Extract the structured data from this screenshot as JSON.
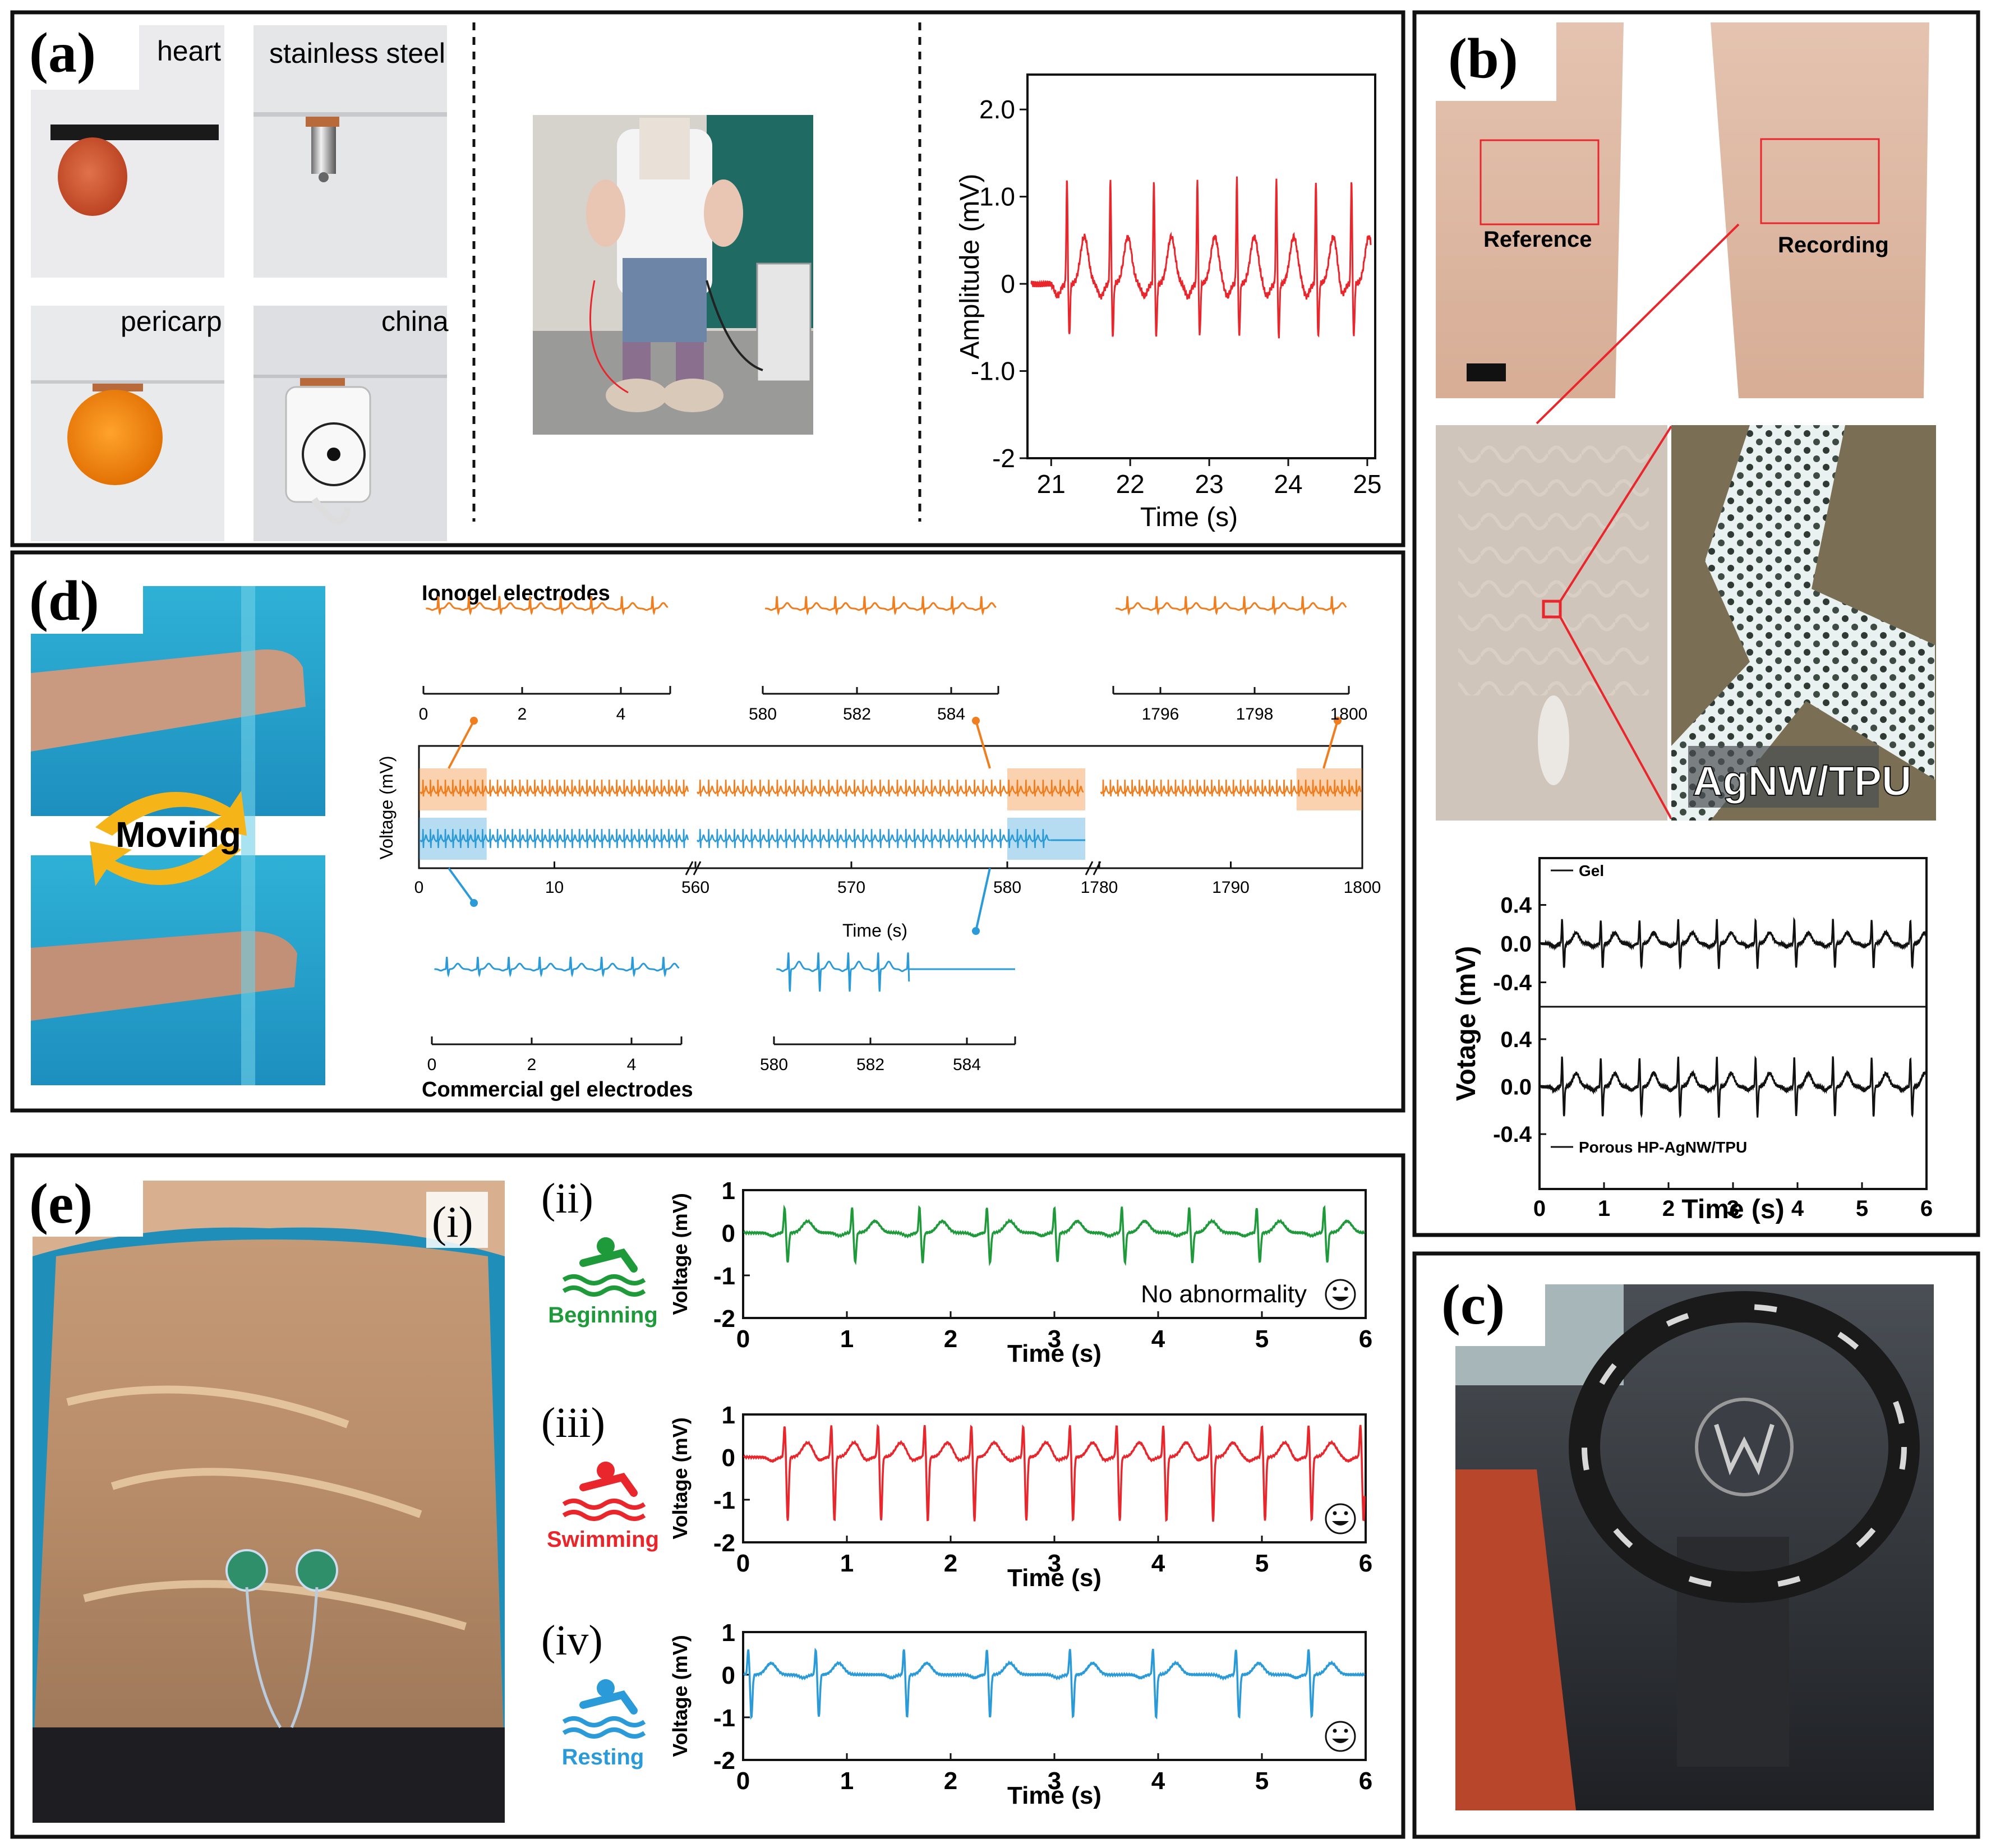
{
  "panels": {
    "a": {
      "label": "(a)",
      "photo_labels": [
        "heart",
        "stainless steel",
        "pericarp",
        "china"
      ],
      "chart": {
        "type": "line",
        "ylabel": "Amplitude (mV)",
        "xlabel": "Time (s)",
        "xticks": [
          "21",
          "22",
          "23",
          "24",
          "25"
        ],
        "yticks": [
          "2.0",
          "1.0",
          "0",
          "-1.0",
          "-2"
        ],
        "xlim": [
          20.7,
          25.1
        ],
        "ylim": [
          -2.0,
          2.4
        ],
        "beat_times": [
          21.2,
          21.75,
          22.3,
          22.85,
          23.35,
          23.85,
          24.35,
          24.8
        ],
        "r_peak_mV": 1.2,
        "s_trough_mV": -0.6,
        "color": "#e8262b"
      }
    },
    "b": {
      "label": "(b)",
      "photo_labels": [
        "Reference",
        "Recording"
      ],
      "inset_label": "AgNW/TPU",
      "chart": {
        "type": "line",
        "ylabel": "Votage (mV)",
        "xlabel": "Time (s)",
        "xticks": [
          "0",
          "1",
          "2",
          "3",
          "4",
          "5",
          "6"
        ],
        "yticks_top": [
          "0.4",
          "0.0",
          "-0.4"
        ],
        "yticks_bottom": [
          "0.4",
          "0.0",
          "-0.4"
        ],
        "xlim": [
          0,
          6
        ],
        "ylim": [
          -0.55,
          0.55
        ],
        "series": [
          {
            "name": "Gel"
          },
          {
            "name": "Porous HP-AgNW/TPU"
          }
        ],
        "beat_times": [
          0.35,
          0.95,
          1.55,
          2.15,
          2.75,
          3.35,
          3.95,
          4.55,
          5.15,
          5.75
        ],
        "r_peak_mV": 0.25,
        "s_trough_mV": -0.25,
        "color": "#111111"
      }
    },
    "c": {
      "label": "(c)"
    },
    "d": {
      "label": "(d)",
      "moving_label": "Moving",
      "ionogel_title": "Ionogel electrodes",
      "commercial_title": "Commercial gel electrodes",
      "ionogel_insets": [
        {
          "ticks": [
            "0",
            "2",
            "4"
          ],
          "range": [
            0,
            5
          ]
        },
        {
          "ticks": [
            "580",
            "582",
            "584"
          ],
          "range": [
            580,
            585
          ]
        },
        {
          "ticks": [
            "1796",
            "1798",
            "1800"
          ],
          "range": [
            1795,
            1800
          ]
        }
      ],
      "commercial_insets": [
        {
          "ticks": [
            "0",
            "2",
            "4"
          ],
          "range": [
            0,
            5
          ]
        },
        {
          "ticks": [
            "580",
            "582",
            "584"
          ],
          "range": [
            580,
            585
          ]
        }
      ],
      "main_chart": {
        "type": "line",
        "ylabel": "Voltage (mV)",
        "xlabel": "Time (s)",
        "segment1_ticks": [
          "0",
          "10"
        ],
        "segment2_ticks": [
          "560",
          "570",
          "580"
        ],
        "segment3_ticks": [
          "1780",
          "1790",
          "1800"
        ],
        "segments": [
          [
            0,
            20
          ],
          [
            560,
            585
          ],
          [
            1780,
            1800
          ]
        ],
        "commercial_signal_lost_after_s": 582.8,
        "orange": "#f07d1e",
        "blue": "#2a9ad8"
      }
    },
    "e": {
      "label": "(e)",
      "sub_i": "(i)",
      "charts": [
        {
          "roman": "(ii)",
          "state": "Beginning",
          "color": "#1e9a3a",
          "annotation": "No abnormality",
          "ylabel": "Voltage (mV)",
          "xlabel": "Time (s)",
          "yticks": [
            "1",
            "0",
            "-1",
            "-2"
          ],
          "xticks": [
            "0",
            "1",
            "2",
            "3",
            "4",
            "5",
            "6"
          ],
          "xlim": [
            0,
            6
          ],
          "ylim": [
            -2,
            1
          ],
          "beat_times": [
            0.4,
            1.05,
            1.7,
            2.35,
            3.0,
            3.65,
            4.3,
            4.95,
            5.6
          ],
          "r_peak_mV": 0.6,
          "s_trough_mV": -0.7
        },
        {
          "roman": "(iii)",
          "state": "Swimming",
          "color": "#e8262b",
          "annotation": "",
          "ylabel": "Voltage (mV)",
          "xlabel": "Time (s)",
          "yticks": [
            "1",
            "0",
            "-1",
            "-2"
          ],
          "xticks": [
            "0",
            "1",
            "2",
            "3",
            "4",
            "5",
            "6"
          ],
          "xlim": [
            0,
            6
          ],
          "ylim": [
            -2,
            1
          ],
          "beat_times": [
            0.4,
            0.85,
            1.3,
            1.75,
            2.2,
            2.7,
            3.15,
            3.6,
            4.05,
            4.5,
            5.0,
            5.45,
            5.95
          ],
          "r_peak_mV": 0.75,
          "s_trough_mV": -1.5
        },
        {
          "roman": "(iv)",
          "state": "Resting",
          "color": "#2a9ad8",
          "annotation": "",
          "ylabel": "Voltage (mV)",
          "xlabel": "Time (s)",
          "yticks": [
            "1",
            "0",
            "-1",
            "-2"
          ],
          "xticks": [
            "0",
            "1",
            "2",
            "3",
            "4",
            "5",
            "6"
          ],
          "xlim": [
            0,
            6
          ],
          "ylim": [
            -2,
            1
          ],
          "beat_times": [
            0.05,
            0.7,
            1.55,
            2.35,
            3.15,
            3.95,
            4.75,
            5.45
          ],
          "r_peak_mV": 0.6,
          "s_trough_mV": -1.0
        }
      ]
    }
  }
}
